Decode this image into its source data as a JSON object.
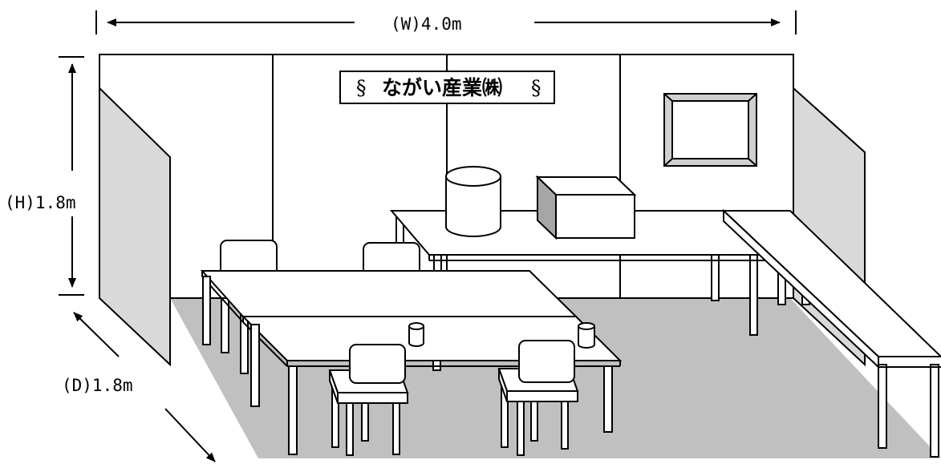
{
  "booth": {
    "sign_symbol_left": "§",
    "sign_company": "ながい産業㈱",
    "sign_symbol_right": "§"
  },
  "dimensions": {
    "width_label": "(W)4.0m",
    "height_label": "(H)1.8m",
    "depth_label": "(D)1.8m"
  },
  "colors": {
    "floor": "#c0c0c0",
    "side_panel": "#d9d9d9",
    "wall": "#ffffff",
    "line": "#000000"
  }
}
